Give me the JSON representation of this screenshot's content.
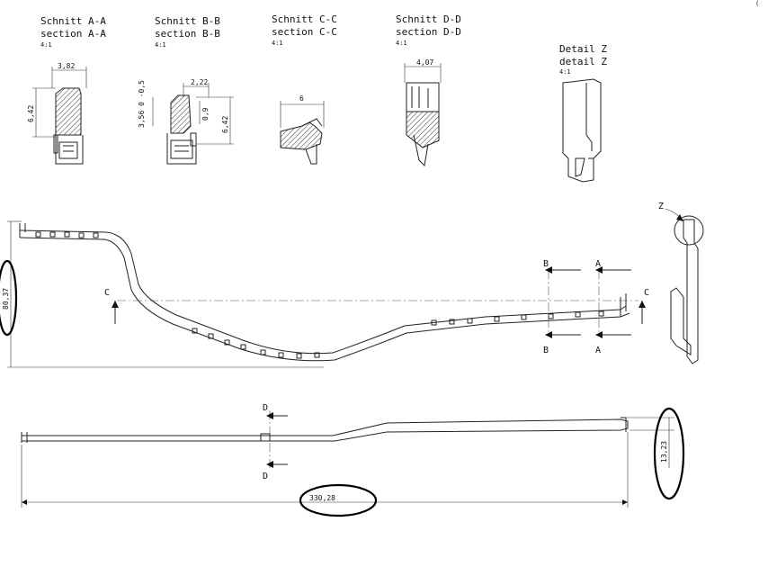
{
  "corner_note": "(",
  "sections": [
    {
      "title_de": "Schnitt A-A",
      "title_en": "section A-A",
      "scale": "4:1"
    },
    {
      "title_de": "Schnitt B-B",
      "title_en": "section B-B",
      "scale": "4:1"
    },
    {
      "title_de": "Schnitt C-C",
      "title_en": "section C-C",
      "scale": "4:1"
    },
    {
      "title_de": "Schnitt D-D",
      "title_en": "section D-D",
      "scale": "4:1"
    }
  ],
  "detail": {
    "title_de": "Detail Z",
    "title_en": "detail Z",
    "scale": "4:1",
    "marker": "Z"
  },
  "dimensions": {
    "a_width": "3,82",
    "a_height": "6,42",
    "b_width": "2,22",
    "b_left": "3,56 0 -0,5",
    "b_mid": "0,9",
    "b_height": "6,42",
    "c_width": "6",
    "d_width": "4,07",
    "side_height": "80,37",
    "bottom_height": "13,23",
    "total_length": "330,28"
  },
  "cut_labels": {
    "a": "A",
    "b": "B",
    "c": "C",
    "d": "D"
  }
}
